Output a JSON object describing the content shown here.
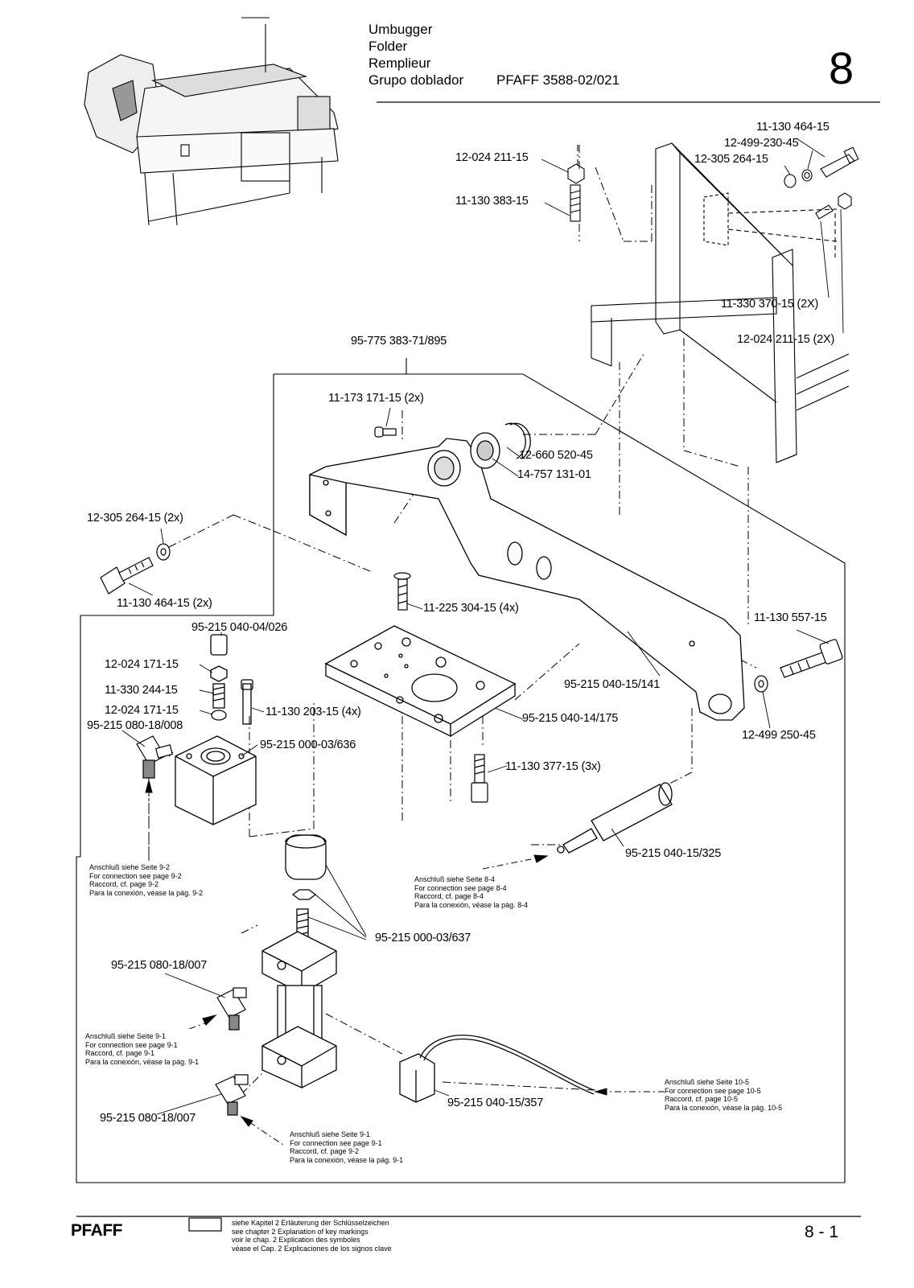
{
  "header": {
    "titles": [
      "Umbugger",
      "Folder",
      "Remplieur",
      "Grupo doblador"
    ],
    "model": "PFAFF 3588-02/021",
    "chapter": "8"
  },
  "parts": {
    "p1": "11-130 464-15",
    "p2": "12-499-230-45",
    "p3": "12-305 264-15",
    "p4": "12-024 211-15",
    "p5": "11-130 383-15",
    "p6": "11-330 370-15 (2X)",
    "p7": "12-024 211-15 (2X)",
    "p8": "95-775 383-71/895",
    "p9": "11-173 171-15 (2x)",
    "p10": "12-660 520-45",
    "p11": "14-757 131-01",
    "p12": "12-305 264-15 (2x)",
    "p13": "11-130 464-15 (2x)",
    "p14": "11-225 304-15 (4x)",
    "p15": "95-215 040-04/026",
    "p16": "11-130 557-15",
    "p17": "12-024 171-15",
    "p18": "11-330 244-15",
    "p19": "12-024 171-15",
    "p20": "95-215 080-18/008",
    "p21": "11-130 203-15 (4x)",
    "p22": "95-215 000-03/636",
    "p23": "95-215 040-15/141",
    "p24": "95-215 040-14/175",
    "p25": "12-499 250-45",
    "p26": "11-130 377-15 (3x)",
    "p27": "95-215 040-15/325",
    "p28": "95-215 000-03/637",
    "p29": "95-215 080-18/007",
    "p30": "95-215 080-18/007",
    "p31": "95-215 040-15/357"
  },
  "notes": {
    "n92": [
      "Anschluß siehe Seite 9-2",
      "For connection see page 9-2",
      "Raccord, cf. page 9-2",
      "Para la conexión, véase la pág. 9-2"
    ],
    "n84": [
      "Anschluß siehe Seite 8-4",
      "For connection see page 8-4",
      "Raccord, cf. page 8-4",
      "Para la conexión, véase la pág. 8-4"
    ],
    "n91a": [
      "Anschluß siehe Seite 9-1",
      "For connection see page 9-1",
      "Raccord, cf. page 9-1",
      "Para la conexión, véase la pág. 9-1"
    ],
    "n105": [
      "Anschluß siehe Seite 10-5",
      "For connection see page 10-5",
      "Raccord, cf. page 10-5",
      "Para la conexión, véase la pág. 10-5"
    ],
    "n91b": [
      "Anschluß siehe Seite 9-1",
      "For connection see page 9-1",
      "Raccord, cf. page 9-2",
      "Para la conexión, véase la pág. 9-1"
    ]
  },
  "footer": {
    "brand": "PFAFF",
    "legend": [
      "siehe Kapitel 2 Erläuterung der Schlüsselzeichen",
      "see chapter 2 Explanation of key markings",
      "voir le chap. 2 Explication des symboles",
      "véase el Cap. 2 Explicaciones de los signos clave"
    ],
    "page": "8 - 1"
  }
}
